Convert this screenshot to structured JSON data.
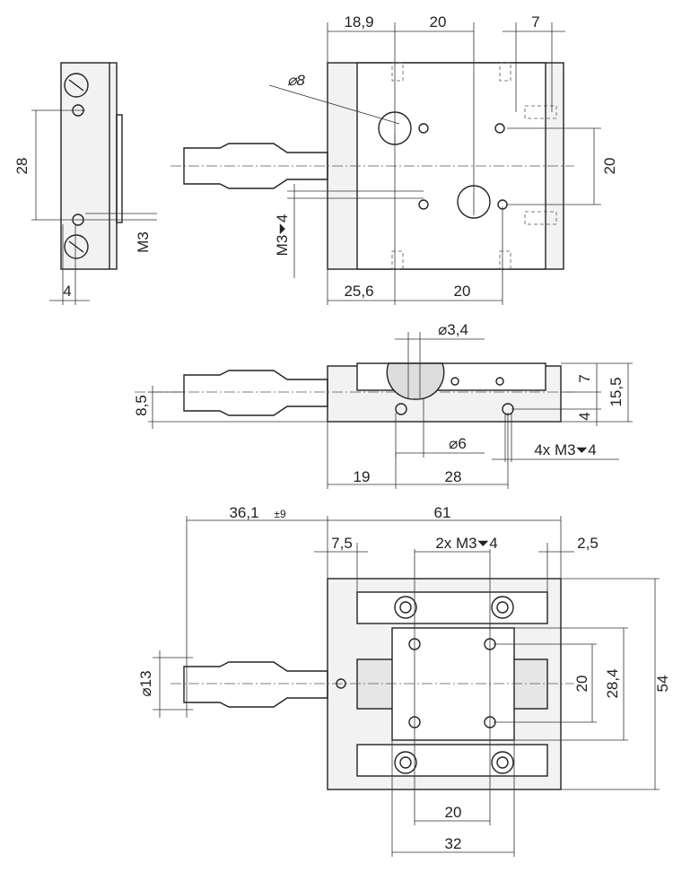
{
  "side_view": {
    "d28": "28",
    "m3": "M3",
    "d4": "4"
  },
  "top_view": {
    "d18_9": "18,9",
    "d20_top": "20",
    "d7": "7",
    "dia8": "⌀8",
    "d20_right": "20",
    "m3_depth": "M3⏷4",
    "d25_6": "25,6",
    "d20_bottom": "20"
  },
  "front_view": {
    "dia3_4": "⌀3,4",
    "d8_5": "8,5",
    "d7": "7",
    "d15_5": "15,5",
    "d4": "4",
    "dia6": "⌀6",
    "m3_4x": "4x M3⏷4",
    "d19": "19",
    "d28": "28"
  },
  "bottom_view": {
    "d36_1": "36,1",
    "tol": "±9",
    "d61": "61",
    "d7_5": "7,5",
    "m3_2x": "2x M3⏷4",
    "d2_5": "2,5",
    "dia13": "⌀13",
    "d20_v": "20",
    "d28_4": "28,4",
    "d54": "54",
    "d20_h": "20",
    "d32": "32"
  }
}
